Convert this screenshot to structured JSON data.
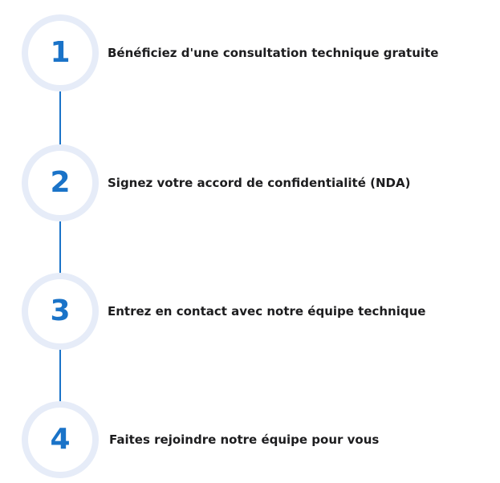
{
  "steps": [
    {
      "number": "1",
      "label": "Bénéficiez d'une consultation technique gratuite"
    },
    {
      "number": "2",
      "label": "Signez votre accord de confidentialité (NDA)"
    },
    {
      "number": "3",
      "label": "Entrez en contact avec notre équipe technique"
    },
    {
      "number": "4",
      "label": "Faites rejoindre notre équipe pour vous"
    }
  ],
  "colors": {
    "accent": "#1a73c8",
    "circle_ring": "#e6ecf8",
    "text": "#1d1d1f",
    "background": "#ffffff"
  }
}
